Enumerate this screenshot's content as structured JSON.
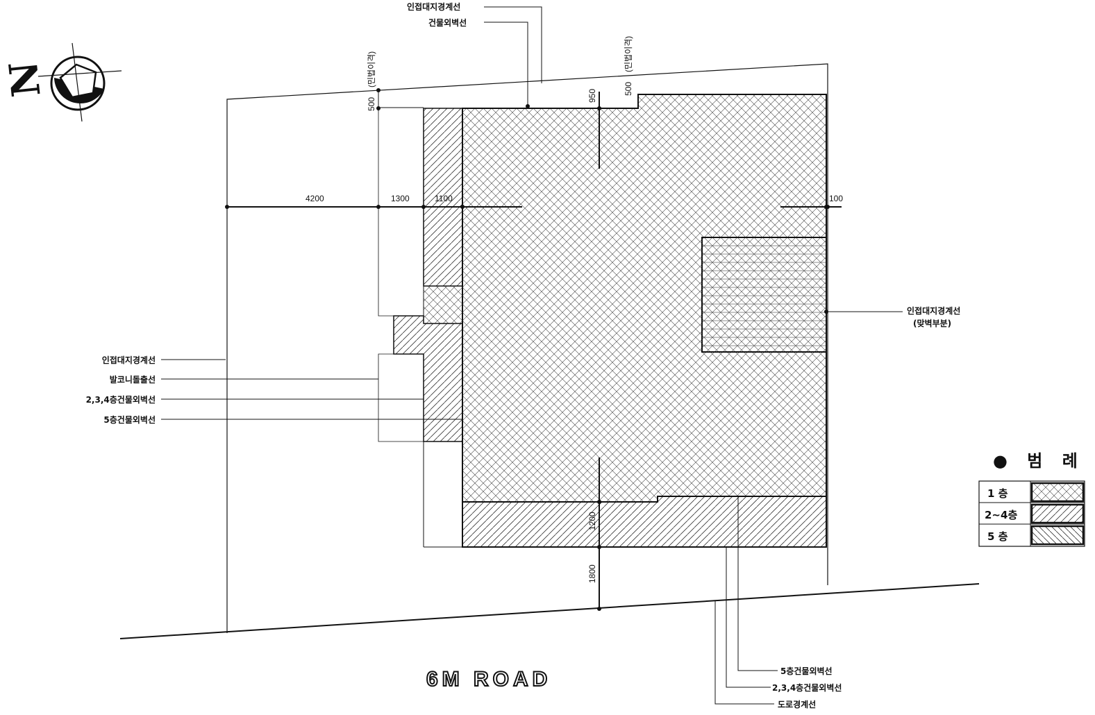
{
  "north_label": "N",
  "road_label": "6M ROAD",
  "top_callouts": {
    "adjacent_boundary": "인접대지경계선",
    "building_outer_wall": "건물외벽선"
  },
  "left_callouts": {
    "adjacent_boundary": "인접대지경계선",
    "balcony_projection": "발코니돌출선",
    "floors_2_3_4_wall": "2,3,4층건물외벽선",
    "floor_5_wall": "5층건물외벽선"
  },
  "right_callout": {
    "line1": "인접대지경계선",
    "line2": "(맞벽부분)"
  },
  "bottom_callouts": {
    "floor_5_wall": "5층건물외벽선",
    "floors_2_3_4_wall": "2,3,4층건물외벽선",
    "road_boundary": "도로경계선"
  },
  "dimensions": {
    "d4200": "4200",
    "d1300": "1300",
    "d1100": "1100",
    "d100": "100",
    "d500_left": "500",
    "d950": "950",
    "d500_top": "500",
    "d1200": "1200",
    "d1800": "1800",
    "note_left": "(민법이격)",
    "note_top": "(민법이격)"
  },
  "legend": {
    "title": "● 범 례",
    "rows": [
      {
        "label": "1   층",
        "pattern": "floor1"
      },
      {
        "label": "2~4층",
        "pattern": "floor24"
      },
      {
        "label": "5   층",
        "pattern": "floor5"
      }
    ]
  }
}
